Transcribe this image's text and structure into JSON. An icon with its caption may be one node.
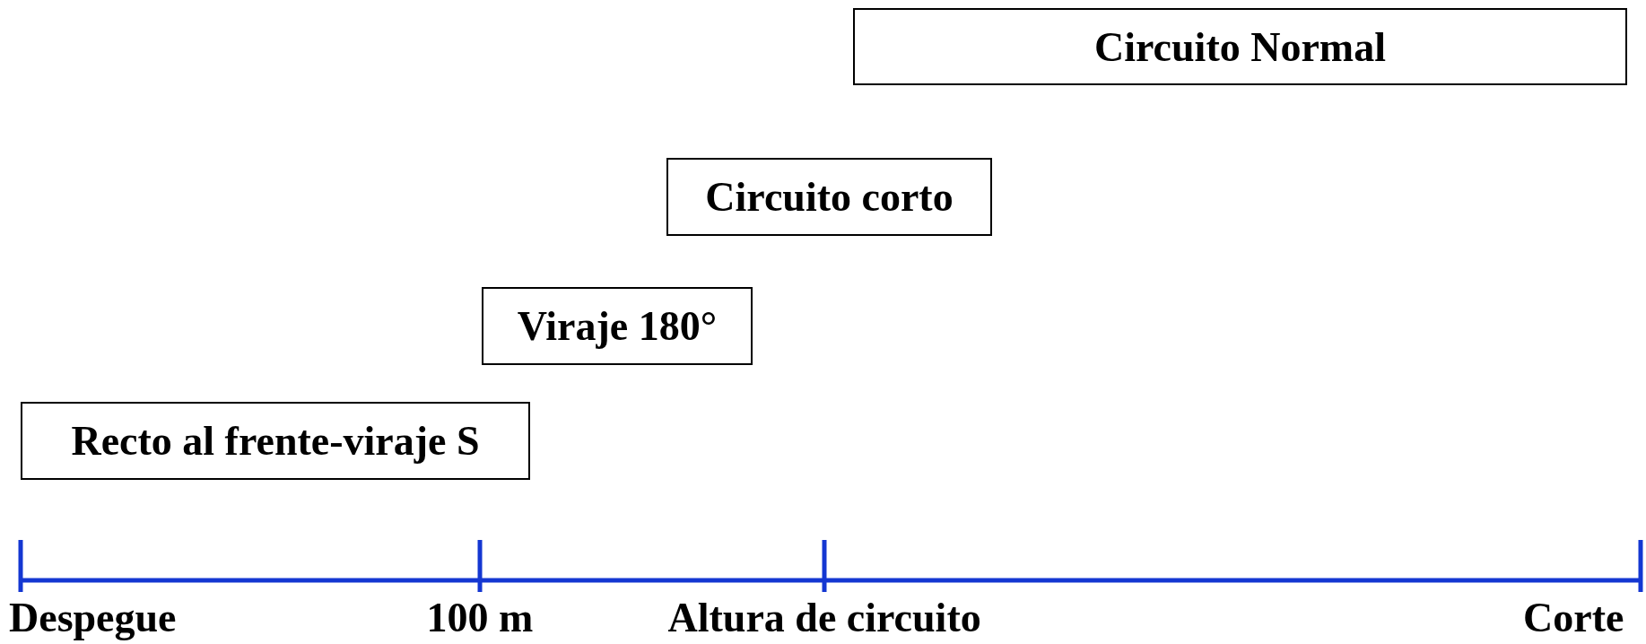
{
  "diagram": {
    "nodes": [
      {
        "text": [
          "Circuito Normal"
        ]
      },
      {
        "text": [
          "Circuito corto"
        ]
      },
      {
        "text": [
          "Viraje 180°"
        ]
      },
      {
        "text": [
          "Recto al frente-viraje S"
        ]
      }
    ],
    "labels": [
      "Despegue",
      "100 m",
      "Altura de circuito",
      "Corte"
    ]
  }
}
